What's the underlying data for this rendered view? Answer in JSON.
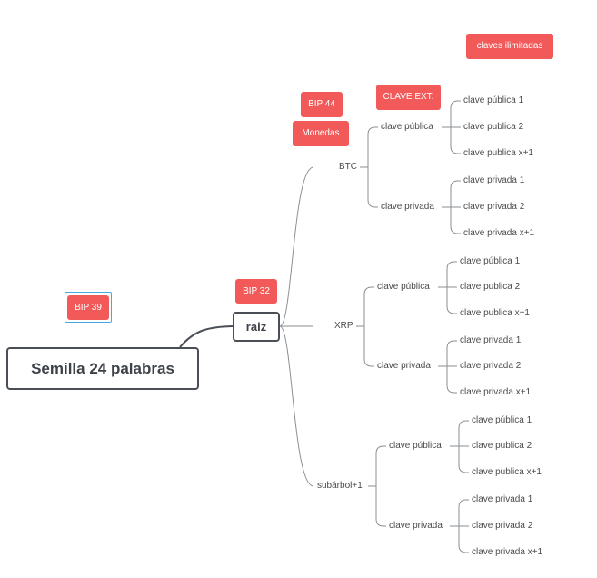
{
  "root": "Semilla 24 palabras",
  "raiz": "raiz",
  "tags": {
    "bip39": "BIP 39",
    "bip32": "BIP 32",
    "bip44": "BIP 44",
    "monedas": "Monedas",
    "clave_ext": "CLAVE EXT.",
    "claves_ilimitadas": "claves ilimitadas"
  },
  "branches": [
    {
      "name": "BTC",
      "publica": {
        "label": "clave pública",
        "items": [
          "clave pública 1",
          "clave publica 2",
          "clave publica x+1"
        ]
      },
      "privada": {
        "label": "clave privada",
        "items": [
          "clave privada 1",
          "clave privada 2",
          "clave privada x+1"
        ]
      }
    },
    {
      "name": "XRP",
      "publica": {
        "label": "clave pública",
        "items": [
          "clave pública 1",
          "clave publica 2",
          "clave publica x+1"
        ]
      },
      "privada": {
        "label": "clave privada",
        "items": [
          "clave privada 1",
          "clave privada 2",
          "clave privada x+1"
        ]
      }
    },
    {
      "name": "subárbol+1",
      "publica": {
        "label": "clave pública",
        "items": [
          "clave pública 1",
          "clave publica 2",
          "clave publica x+1"
        ]
      },
      "privada": {
        "label": "clave privada",
        "items": [
          "clave privada 1",
          "clave privada 2",
          "clave privada x+1"
        ]
      }
    }
  ],
  "colors": {
    "tag": "#f25a5a",
    "line": "#8a8f96",
    "border": "#4a4f57"
  }
}
